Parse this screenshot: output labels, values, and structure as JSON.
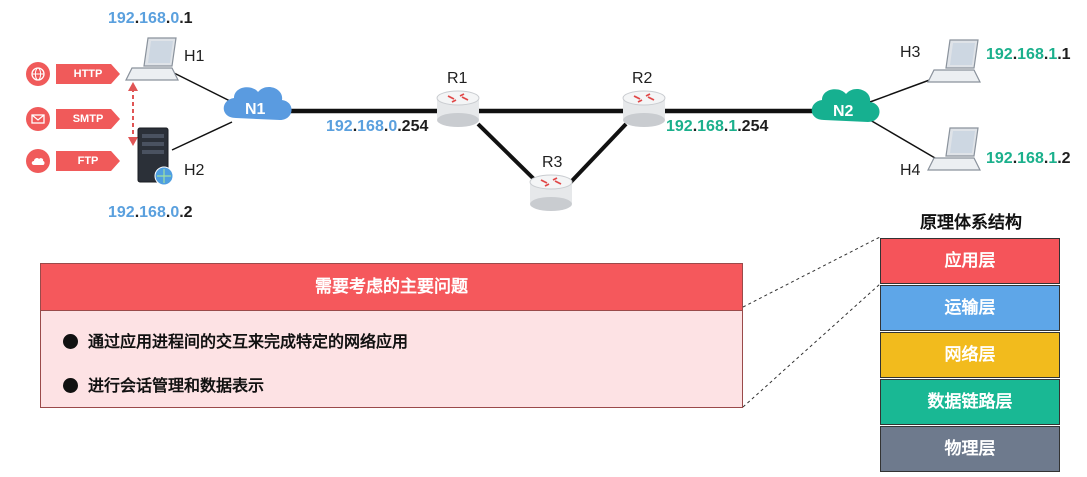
{
  "hosts": {
    "h1": {
      "label": "H1",
      "ip": {
        "a": "192",
        "b": "168",
        "c": "0",
        "d": "1"
      }
    },
    "h2": {
      "label": "H2",
      "ip": {
        "a": "192",
        "b": "168",
        "c": "0",
        "d": "2"
      }
    },
    "h3": {
      "label": "H3",
      "ip": {
        "a": "192",
        "b": "168",
        "c": "1",
        "d": "1"
      }
    },
    "h4": {
      "label": "H4",
      "ip": {
        "a": "192",
        "b": "168",
        "c": "1",
        "d": "2"
      }
    }
  },
  "networks": {
    "n1": "N1",
    "n2": "N2"
  },
  "routers": {
    "r1": {
      "label": "R1",
      "ip": {
        "a": "192",
        "b": "168",
        "c": "0",
        "d": "254"
      }
    },
    "r2": {
      "label": "R2",
      "ip": {
        "a": "192",
        "b": "168",
        "c": "1",
        "d": "254"
      }
    },
    "r3": {
      "label": "R3"
    }
  },
  "protocols": [
    "HTTP",
    "SMTP",
    "FTP"
  ],
  "protocol_icons": [
    "globe-icon",
    "mail-icon",
    "cloud-icon"
  ],
  "problem_box": {
    "title": "需要考虑的主要问题",
    "bullets": [
      "通过应用进程间的交互来完成特定的网络应用",
      "进行会话管理和数据表示"
    ]
  },
  "layer_stack": {
    "title": "原理体系结构",
    "layers": [
      {
        "name": "应用层",
        "color": "#f5545a"
      },
      {
        "name": "运输层",
        "color": "#5ea6e8"
      },
      {
        "name": "网络层",
        "color": "#f2bb1d"
      },
      {
        "name": "数据链路层",
        "color": "#19b894"
      },
      {
        "name": "物理层",
        "color": "#6e7a8d"
      }
    ]
  },
  "colors": {
    "net0": "#5aa0de",
    "net1": "#1bb08c",
    "accent": "#f05a5a"
  }
}
